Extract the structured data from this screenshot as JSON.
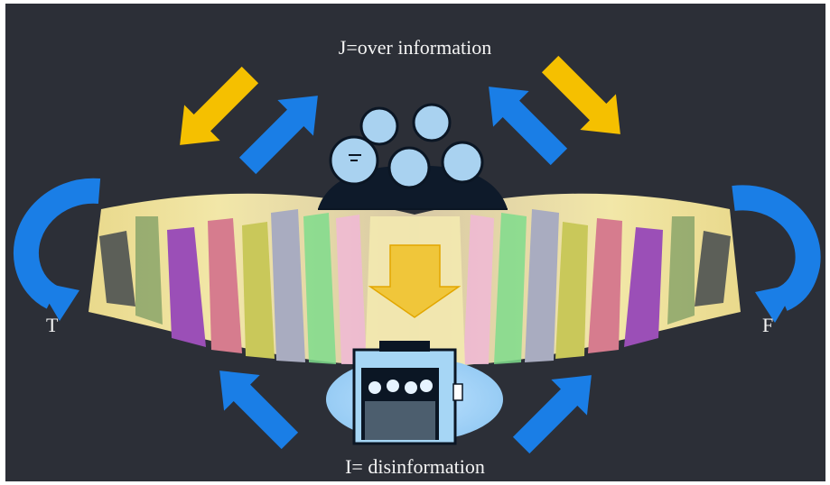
{
  "labels": {
    "top": "J=over information",
    "bottom": "I= disinformation",
    "left": "T",
    "right": "F"
  },
  "colors": {
    "background": "#2c2f37",
    "blue_arrow": "#1a7ee6",
    "yellow_arrow": "#f5c000",
    "center_arrow": "#f0c63a",
    "text": "#f4f4f4"
  },
  "icons": {
    "group_top": "group-portrait-icon",
    "elevator": "elevator-icon",
    "crowd": "business-crowd-illustration"
  }
}
